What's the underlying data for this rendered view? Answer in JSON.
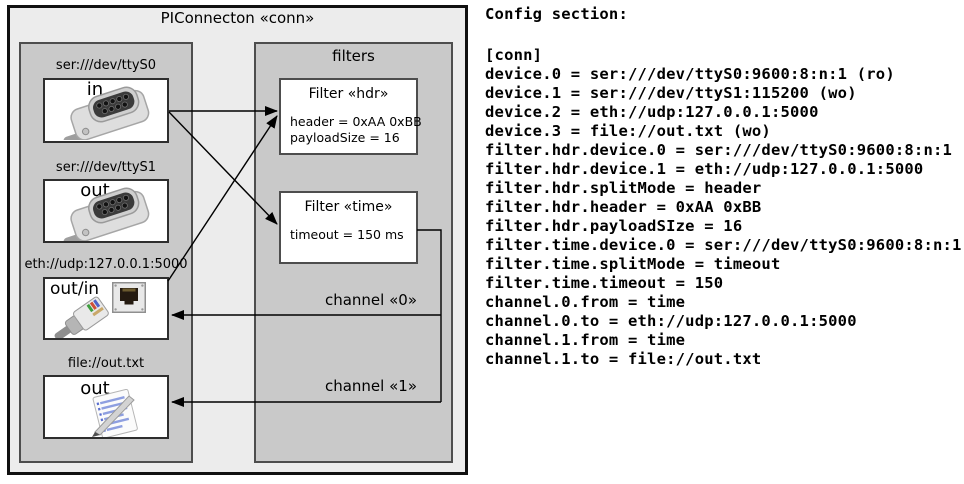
{
  "diagram": {
    "title": "PIConnecton «conn»",
    "filters_label": "filters",
    "devices": [
      {
        "label": "ser:///dev/ttyS0",
        "port": "in",
        "icon": "serial-db9-connector"
      },
      {
        "label": "ser:///dev/ttyS1",
        "port": "out",
        "icon": "serial-db9-connector"
      },
      {
        "label": "eth://udp:127.0.0.1:5000",
        "port": "out/in",
        "icon": "ethernet-rj45-connector"
      },
      {
        "label": "file://out.txt",
        "port": "out",
        "icon": "notepad-pen"
      }
    ],
    "filters": [
      {
        "title": "Filter «hdr»",
        "props": [
          "header = 0xAA 0xBB",
          "payloadSize = 16"
        ]
      },
      {
        "title": "Filter «time»",
        "props": [
          "timeout = 150 ms"
        ]
      }
    ],
    "channels": [
      {
        "label": "channel «0»"
      },
      {
        "label": "channel «1»"
      }
    ],
    "connections": [
      "ser:///dev/ttyS0 -> Filter «hdr»",
      "ser:///dev/ttyS0 -> Filter «time»",
      "eth://udp:127.0.0.1:5000 -> Filter «hdr»",
      "Filter «time» -> channel «0» -> eth://udp:127.0.0.1:5000",
      "Filter «time» -> channel «1» -> file://out.txt"
    ],
    "colors": {
      "outer_fill": "#ececec",
      "panel_fill": "#c9c9c9",
      "node_fill": "#ffffff",
      "line": "#000000"
    }
  },
  "config": {
    "heading": "Config section:",
    "lines": [
      "[conn]",
      "device.0 = ser:///dev/ttyS0:9600:8:n:1 (ro)",
      "device.1 = ser:///dev/ttyS1:115200 (wo)",
      "device.2 = eth://udp:127.0.0.1:5000",
      "device.3 = file://out.txt (wo)",
      "filter.hdr.device.0 = ser:///dev/ttyS0:9600:8:n:1",
      "filter.hdr.device.1 = eth://udp:127.0.0.1:5000",
      "filter.hdr.splitMode = header",
      "filter.hdr.header = 0xAA 0xBB",
      "filter.hdr.payloadSIze = 16",
      "filter.time.device.0 = ser:///dev/ttyS0:9600:8:n:1",
      "filter.time.splitMode = timeout",
      "filter.time.timeout = 150",
      "channel.0.from = time",
      "channel.0.to = eth://udp:127.0.0.1:5000",
      "channel.1.from = time",
      "channel.1.to = file://out.txt"
    ]
  }
}
